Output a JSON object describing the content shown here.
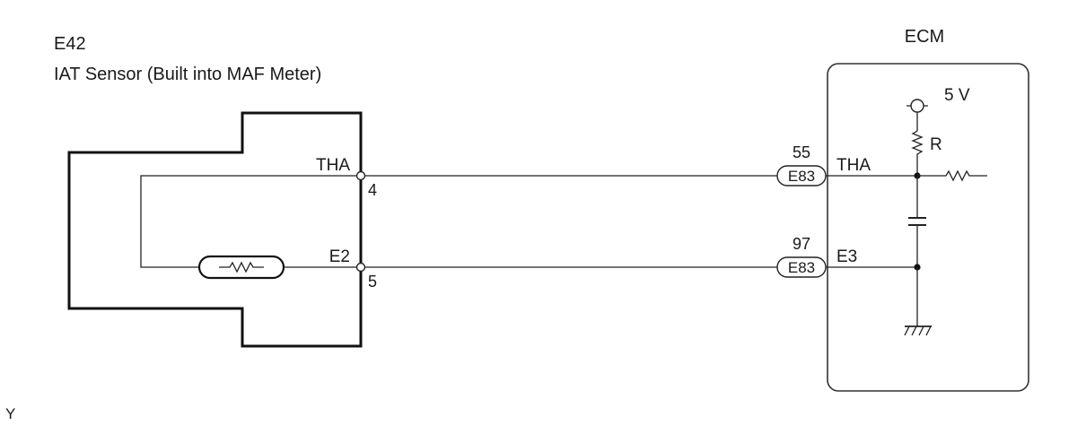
{
  "sensor": {
    "code": "E42",
    "name": "IAT Sensor (Built into MAF Meter)",
    "pins": [
      {
        "signal": "THA",
        "number": "4"
      },
      {
        "signal": "E2",
        "number": "5"
      }
    ]
  },
  "ecm": {
    "title": "ECM",
    "supply_label": "5 V",
    "resistor_label": "R",
    "connectors": [
      {
        "pin": "55",
        "code": "E83",
        "signal": "THA"
      },
      {
        "pin": "97",
        "code": "E83",
        "signal": "E3"
      }
    ]
  },
  "footer_mark": "Y"
}
